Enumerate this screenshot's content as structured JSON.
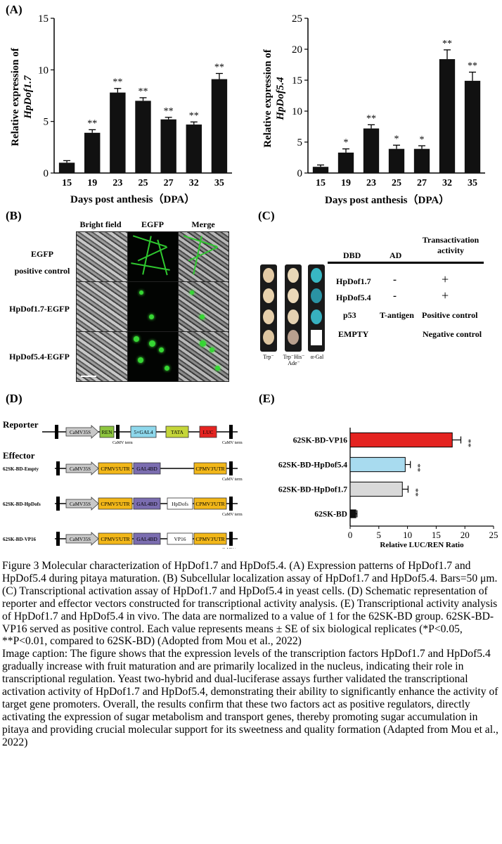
{
  "panel_A": {
    "label": "(A)",
    "chart1": {
      "ylabel_line1": "Relative expression of",
      "ylabel_line2": "HpDof1.7",
      "xlabel": "Days post anthesis（DPA）",
      "yticks": [
        "0",
        "5",
        "10",
        "15"
      ],
      "categories": [
        "15",
        "19",
        "23",
        "25",
        "27",
        "32",
        "35"
      ],
      "sig": [
        "",
        "**",
        "**",
        "**",
        "**",
        "**",
        "**"
      ]
    },
    "chart2": {
      "ylabel_line1": "Relative expression of",
      "ylabel_line2": "HpDof5.4",
      "xlabel": "Days post anthesis（DPA）",
      "yticks": [
        "0",
        "5",
        "10",
        "15",
        "20",
        "25"
      ],
      "categories": [
        "15",
        "19",
        "23",
        "25",
        "27",
        "32",
        "35"
      ],
      "sig": [
        "",
        "*",
        "**",
        "*",
        "*",
        "**",
        "**"
      ]
    }
  },
  "panel_B": {
    "label": "(B)",
    "columns": [
      "Bright field",
      "EGFP",
      "Merge"
    ],
    "rows": [
      {
        "line1": "EGFP",
        "line2": "positive control"
      },
      {
        "line1": "HpDof1.7-EGFP",
        "line2": ""
      },
      {
        "line1": "HpDof5.4-EGFP",
        "line2": ""
      }
    ]
  },
  "panel_C": {
    "label": "(C)",
    "plate_labels": [
      "Trp⁻",
      "Trp⁻His⁻ Ade⁻",
      "α-Gal"
    ],
    "headers": {
      "dbd": "DBD",
      "ad": "AD",
      "ta_line1": "Transactivation",
      "ta_line2": "activity"
    },
    "rows": [
      {
        "dbd": "HpDof1.7",
        "ad": "-",
        "activity": "+"
      },
      {
        "dbd": "HpDof5.4",
        "ad": "-",
        "activity": "+"
      },
      {
        "dbd": "p53",
        "ad": "T-antigen",
        "activity": "Positive  control"
      },
      {
        "dbd": "EMPTY",
        "ad": "",
        "activity": "Negative control"
      }
    ]
  },
  "panel_D": {
    "label": "(D)",
    "reporter_title": "Reporter",
    "effector_title": "Effector",
    "reporter": {
      "promoter": "CaMV35S",
      "ren": "REN",
      "gal4": "5×GAL4",
      "tata": "TATA",
      "luc": "LUC",
      "term1": "CaMV term",
      "term2": "CaMV term"
    },
    "effectors": [
      {
        "name": "62SK-BD-Empty",
        "promoter": "CaMV35S",
        "utr5": "CPMV5'UTR",
        "gal4bd": "GAL4BD",
        "insert": "",
        "utr3": "CPMV3'UTR",
        "term": "CaMV term"
      },
      {
        "name": "62SK-BD-HpDofs",
        "promoter": "CaMV35S",
        "utr5": "CPMV5'UTR",
        "gal4bd": "GAL4BD",
        "insert": "HpDofs",
        "utr3": "CPMV3'UTR",
        "term": "CaMV term"
      },
      {
        "name": "62SK-BD-VP16",
        "promoter": "CaMV35S",
        "utr5": "CPMV5'UTR",
        "gal4bd": "GAL4BD",
        "insert": "VP16",
        "utr3": "CPMV3'UTR",
        "term": "CaMV term"
      }
    ],
    "colors": {
      "ren": "#8ec63f",
      "gal4": "#8ed8ec",
      "tata": "#c5d63a",
      "luc": "#e52421",
      "utr": "#f2b719",
      "gal4bd": "#7b6db0",
      "promoter": "#c8c8c8"
    }
  },
  "panel_E": {
    "label": "(E)",
    "xlabel": "Relative LUC/REN Ratio",
    "xticks": [
      "0",
      "5",
      "10",
      "15",
      "20",
      "25"
    ]
  },
  "chart_data": [
    {
      "type": "bar",
      "categories": [
        "15",
        "19",
        "23",
        "25",
        "27",
        "32",
        "35"
      ],
      "values": [
        1.0,
        3.9,
        7.8,
        7.0,
        5.2,
        4.7,
        9.1
      ],
      "errors": [
        0.2,
        0.3,
        0.4,
        0.3,
        0.2,
        0.25,
        0.55
      ],
      "xlabel": "Days post anthesis（DPA）",
      "ylabel": "Relative expression of HpDof1.7",
      "ylim": [
        0,
        15
      ],
      "color": "#111111"
    },
    {
      "type": "bar",
      "categories": [
        "15",
        "19",
        "23",
        "25",
        "27",
        "32",
        "35"
      ],
      "values": [
        1.0,
        3.3,
        7.2,
        3.9,
        3.9,
        18.4,
        14.9
      ],
      "errors": [
        0.3,
        0.6,
        0.6,
        0.6,
        0.5,
        1.5,
        1.4
      ],
      "xlabel": "Days post anthesis（DPA）",
      "ylabel": "Relative expression of HpDof5.4",
      "ylim": [
        0,
        25
      ],
      "color": "#111111"
    },
    {
      "type": "bar",
      "orientation": "horizontal",
      "categories": [
        "62SK-BD-VP16",
        "62SK-BD-HpDof5.4",
        "62SK-BD-HpDof1.7",
        "62SK-BD"
      ],
      "values": [
        17.8,
        9.6,
        9.1,
        1.0
      ],
      "errors": [
        1.5,
        0.9,
        1.0,
        0.2
      ],
      "sig": [
        "**",
        "**",
        "**",
        ""
      ],
      "colors": [
        "#e42320",
        "#a8dbef",
        "#d9d9d9",
        "#111111"
      ],
      "xlabel": "Relative LUC/REN Ratio",
      "xlim": [
        0,
        25
      ]
    }
  ],
  "caption": {
    "figure_text": "Figure 3 Molecular characterization of HpDof1.7 and HpDof5.4. (A) Expression patterns of HpDof1.7 and HpDof5.4 during pitaya maturation. (B) Subcellular localization assay of HpDof1.7 and HpDof5.4. Bars=50 μm. (C) Transcriptional activation assay of HpDof1.7 and HpDof5.4 in yeast cells. (D) Schematic representation of reporter and effector vectors constructed for transcriptional activity analysis. (E) Transcriptional activity analysis of HpDof1.7 and HpDof5.4 in vivo. The data are normalized to a value of 1 for the 62SK-BD group. 62SK-BD-VP16 served as positive control. Each value represents means ± SE of six biological replicates (*P<0.05, **P<0.01, compared to 62SK-BD) (Adopted from Mou et al., 2022)",
    "image_caption": "Image caption: The figure shows that the expression levels of the transcription factors HpDof1.7 and HpDof5.4 gradually increase with fruit maturation and are primarily localized in the nucleus, indicating their role in transcriptional regulation. Yeast two-hybrid and dual-luciferase assays further validated the transcriptional activation activity of HpDof1.7 and HpDof5.4, demonstrating their ability to significantly enhance the activity of target gene promoters. Overall, the results confirm that these two factors act as positive regulators, directly activating the expression of sugar metabolism and transport genes, thereby promoting sugar accumulation in pitaya and providing crucial molecular support for its sweetness and quality formation (Adapted from Mou et al., 2022)"
  }
}
